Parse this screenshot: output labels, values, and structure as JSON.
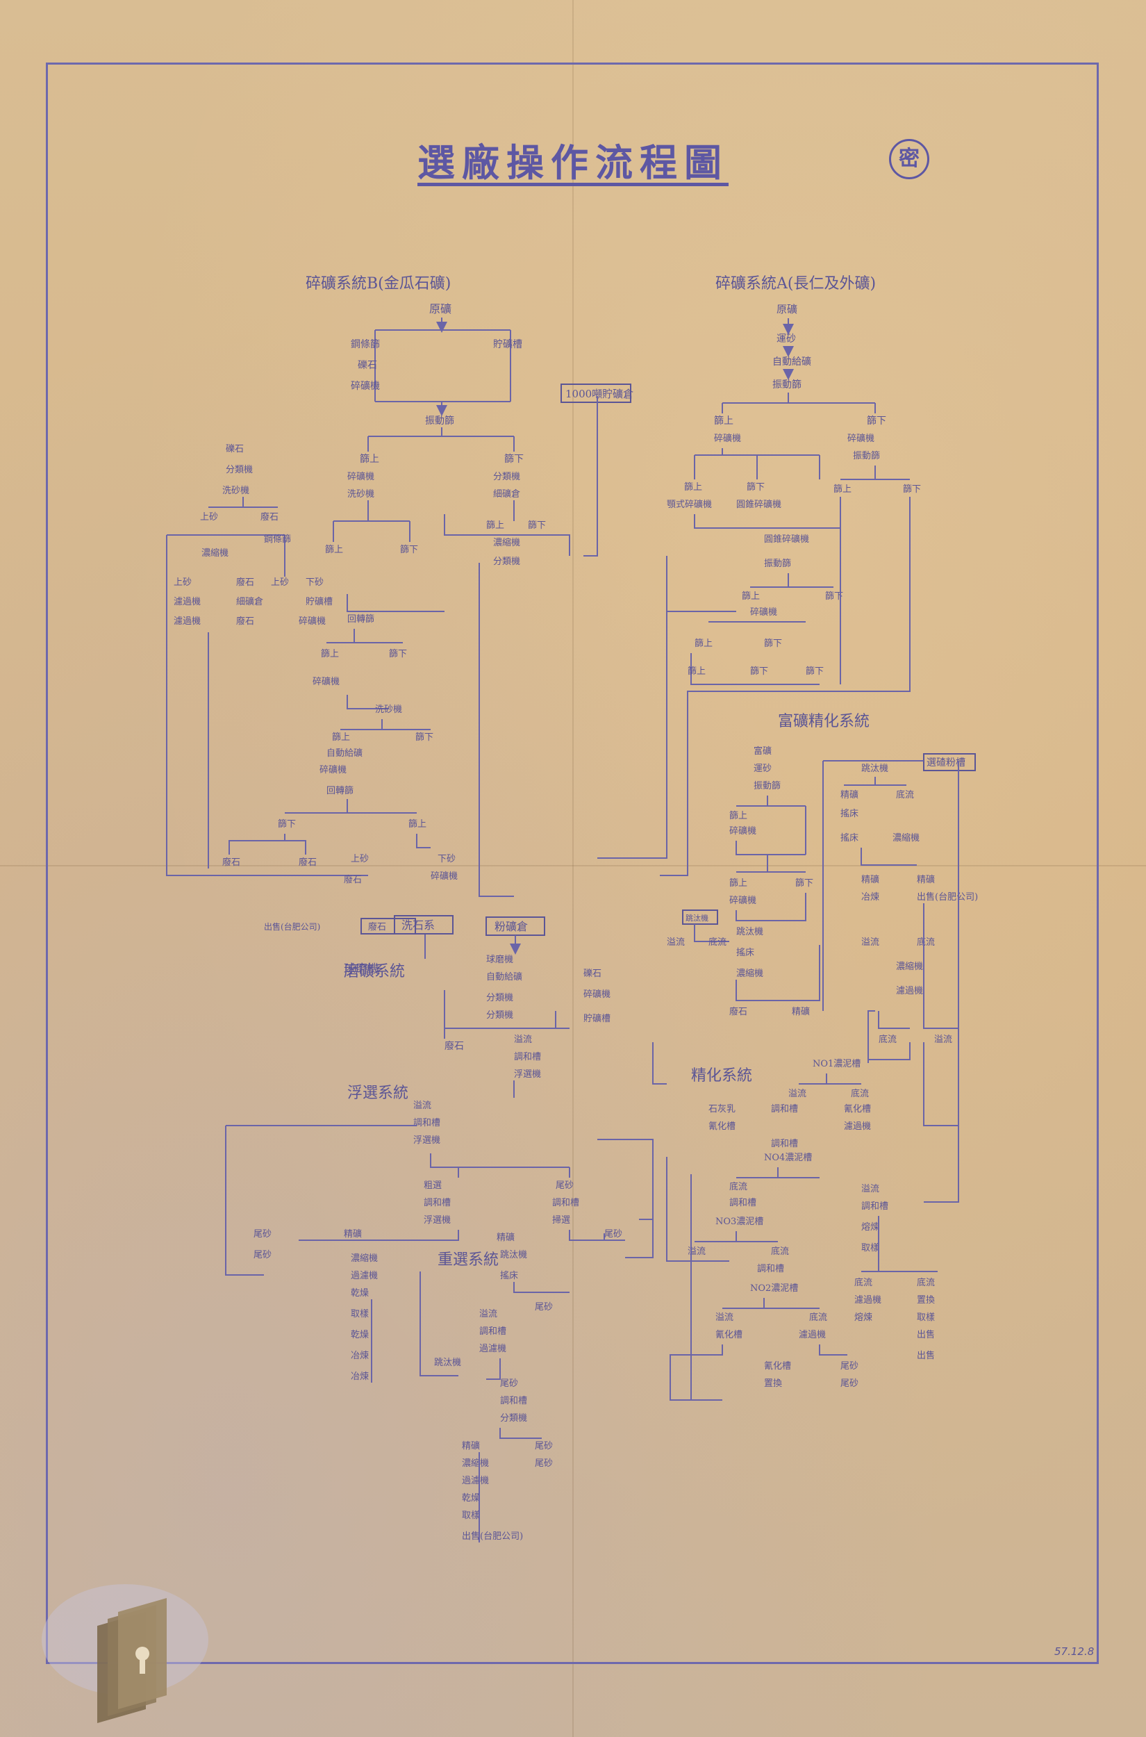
{
  "title": "選廠操作流程圖",
  "seal": "密",
  "doc_number": "57.12.8",
  "sections": [
    "碎礦系統B(金瓜石礦)",
    "碎礦系統A(長仁及外礦)",
    "富礦精化系統",
    "磨礦系統",
    "浮選系統",
    "精化系統",
    "重選系統"
  ],
  "boxed_labels": [
    "1000噸貯礦倉",
    "粉礦倉",
    "洗石系",
    "選碴粉槽"
  ],
  "nodes_b": [
    "原礦",
    "鋼條篩",
    "礫石",
    "碎礦機",
    "分類機",
    "洗砂機",
    "細礦倉",
    "球磨機",
    "篩上",
    "篩下",
    "溢流",
    "底流",
    "上砂",
    "下砂",
    "廢石",
    "濃縮機",
    "濾過機",
    "貯礦槽",
    "振動篩",
    "回轉篩"
  ],
  "nodes_a": [
    "原礦",
    "運砂",
    "自動給礦",
    "篩上",
    "篩下",
    "振動篩",
    "碎礦機",
    "顎式碎礦機",
    "圓錐碎礦機",
    "篩上",
    "篩下",
    "溢流",
    "底流"
  ],
  "nodes_flot": [
    "溢流",
    "調和槽",
    "浮選機",
    "粗選",
    "精選",
    "掃選",
    "尾砂",
    "精礦",
    "濃縮機",
    "過濾機",
    "乾燥",
    "取樣",
    "冶煉",
    "出售(台肥公司)"
  ],
  "nodes_refine": [
    "石灰乳",
    "NO1濃泥槽",
    "NO2濃泥槽",
    "NO3濃泥槽",
    "NO4濃泥槽",
    "溢流",
    "底流",
    "調和槽",
    "氰化槽",
    "濾過機",
    "置換",
    "熔煉",
    "出售"
  ],
  "nodes_rich": [
    "富礦",
    "碎礦機",
    "篩上",
    "篩下",
    "跳汰機",
    "搖床",
    "精礦",
    "溢流",
    "底流",
    "濃縮機",
    "冶煉"
  ]
}
